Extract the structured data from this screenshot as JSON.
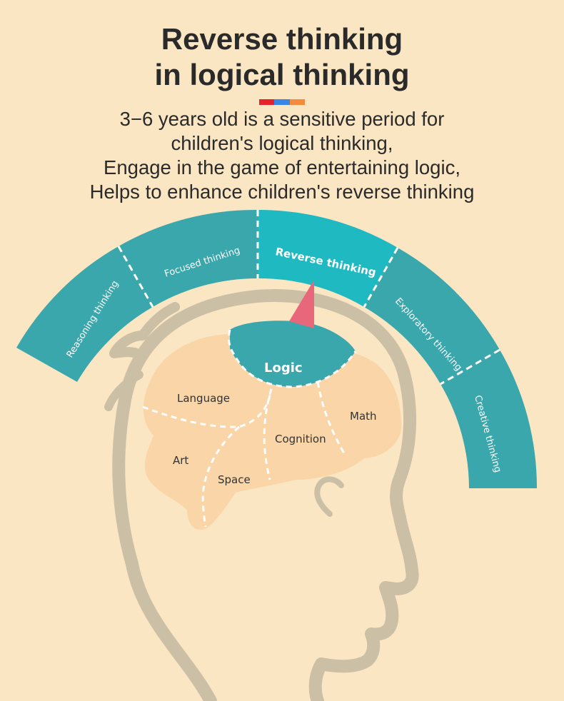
{
  "title": {
    "line1": "Reverse thinking",
    "line2": "in logical thinking"
  },
  "subtitle": {
    "line1": "3−6 years old is a sensitive period for",
    "line2": "children's logical thinking,",
    "line3": "Engage in the game of entertaining logic,",
    "line4": "Helps to enhance children's reverse thinking"
  },
  "colors": {
    "background": "#fbe6c3",
    "ring": "#3aa7ad",
    "ring_active": "#1fb9c1",
    "brain": "#f9d5a7",
    "head_outline": "#cbbfa6",
    "pointer": "#e9677a",
    "accent_bar": [
      "#e8222a",
      "#3a86e6",
      "#f38a3c"
    ]
  },
  "ring_segments": [
    {
      "label": "Reasoning thinking",
      "active": false
    },
    {
      "label": "Focused thinking",
      "active": false
    },
    {
      "label": "Reverse thinking",
      "active": true
    },
    {
      "label": "Exploratory thinking",
      "active": false
    },
    {
      "label": "Creative thinking",
      "active": false
    }
  ],
  "brain_regions": {
    "logic": "Logic",
    "language": "Language",
    "math": "Math",
    "cognition": "Cognition",
    "art": "Art",
    "space": "Space"
  }
}
